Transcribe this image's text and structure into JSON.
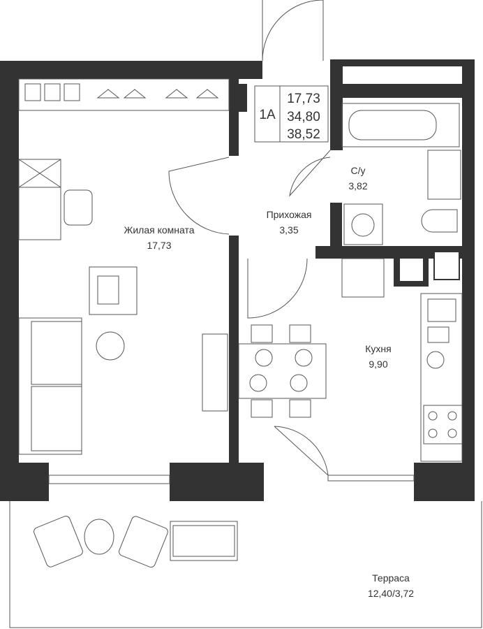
{
  "apartment": {
    "code": "1A",
    "areas": [
      "17,73",
      "34,80",
      "38,52"
    ]
  },
  "rooms": {
    "living": {
      "name": "Жилая комната",
      "area": "17,73"
    },
    "hall": {
      "name": "Прихожая",
      "area": "3,35"
    },
    "bathroom": {
      "name": "С/у",
      "area": "3,82"
    },
    "kitchen": {
      "name": "Кухня",
      "area": "9,90"
    },
    "terrace": {
      "name": "Терраса",
      "area": "12,40/3,72"
    }
  },
  "colors": {
    "wall": "#333333",
    "line": "#555555"
  }
}
